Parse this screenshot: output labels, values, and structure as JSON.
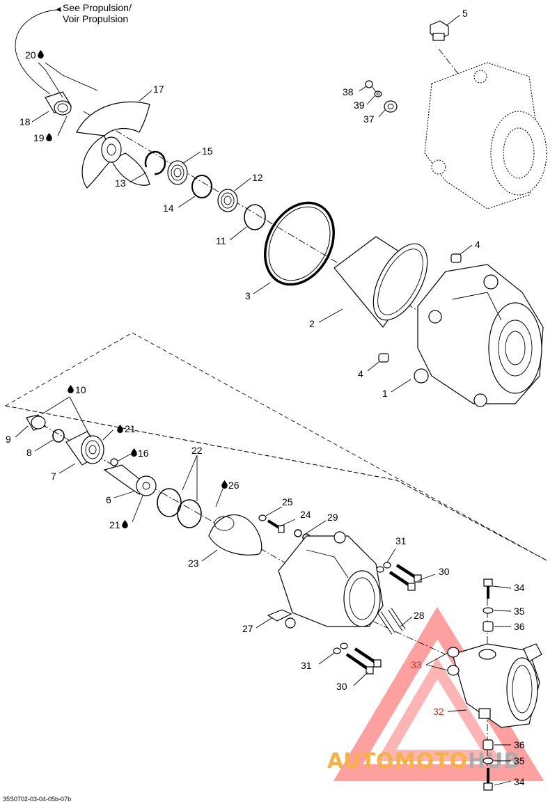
{
  "diagram": {
    "note_line1": "See Propulsion/",
    "note_line2": "Voir Propulsion",
    "code": "35S0702-03-04-05b-07b",
    "watermark": {
      "word_part1": "AUTO",
      "word_part2": "MOTO",
      "word_part3": "HUB",
      "color_orange": "#f5a623",
      "color_red": "#ff6b6b",
      "color_gray": "#9e9e9e"
    },
    "drop_icon": "oil-drop-icon",
    "callouts": [
      {
        "id": "c5",
        "text": "5"
      },
      {
        "id": "c38",
        "text": "38"
      },
      {
        "id": "c39",
        "text": "39"
      },
      {
        "id": "c37",
        "text": "37"
      },
      {
        "id": "c20",
        "text": "20"
      },
      {
        "id": "c17",
        "text": "17"
      },
      {
        "id": "c18",
        "text": "18"
      },
      {
        "id": "c19",
        "text": "19"
      },
      {
        "id": "c15",
        "text": "15"
      },
      {
        "id": "c13",
        "text": "13"
      },
      {
        "id": "c12",
        "text": "12"
      },
      {
        "id": "c14",
        "text": "14"
      },
      {
        "id": "c11",
        "text": "11"
      },
      {
        "id": "c3",
        "text": "3"
      },
      {
        "id": "c2",
        "text": "2"
      },
      {
        "id": "c4a",
        "text": "4"
      },
      {
        "id": "c4b",
        "text": "4"
      },
      {
        "id": "c1",
        "text": "1"
      },
      {
        "id": "c10",
        "text": "10"
      },
      {
        "id": "c9",
        "text": "9"
      },
      {
        "id": "c21a",
        "text": "21"
      },
      {
        "id": "c8",
        "text": "8"
      },
      {
        "id": "c16",
        "text": "16"
      },
      {
        "id": "c7",
        "text": "7"
      },
      {
        "id": "c22",
        "text": "22"
      },
      {
        "id": "c6",
        "text": "6"
      },
      {
        "id": "c21b",
        "text": "21"
      },
      {
        "id": "c26",
        "text": "26"
      },
      {
        "id": "c25",
        "text": "25"
      },
      {
        "id": "c24",
        "text": "24"
      },
      {
        "id": "c29",
        "text": "29"
      },
      {
        "id": "c23",
        "text": "23"
      },
      {
        "id": "c31a",
        "text": "31"
      },
      {
        "id": "c30a",
        "text": "30"
      },
      {
        "id": "c34a",
        "text": "34"
      },
      {
        "id": "c35a",
        "text": "35"
      },
      {
        "id": "c36a",
        "text": "36"
      },
      {
        "id": "c28",
        "text": "28"
      },
      {
        "id": "c27",
        "text": "27"
      },
      {
        "id": "c33",
        "text": "33"
      },
      {
        "id": "c31b",
        "text": "31"
      },
      {
        "id": "c30b",
        "text": "30"
      },
      {
        "id": "c32",
        "text": "32"
      },
      {
        "id": "c36b",
        "text": "36"
      },
      {
        "id": "c35b",
        "text": "35"
      },
      {
        "id": "c34b",
        "text": "34"
      }
    ]
  }
}
